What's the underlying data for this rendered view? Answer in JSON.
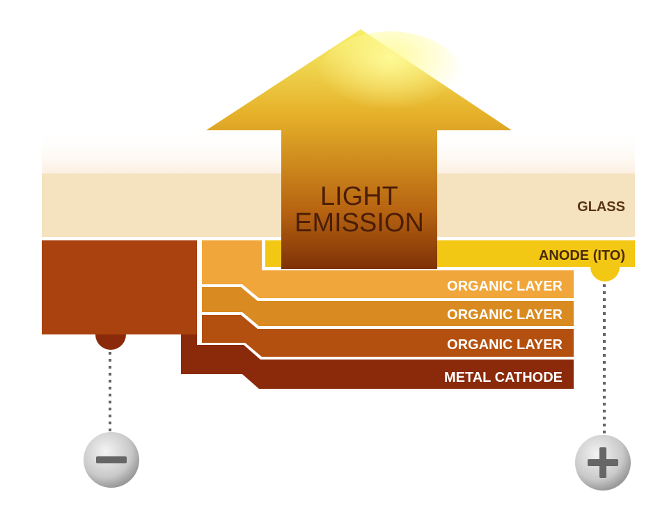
{
  "arrow": {
    "line1": "LIGHT",
    "line2": "EMISSION"
  },
  "layers": {
    "glass": "GLASS",
    "anode": "ANODE (ITO)",
    "organic1": "ORGANIC LAYER",
    "organic2": "ORGANIC LAYER",
    "organic3": "ORGANIC LAYER",
    "cathode": "METAL CATHODE"
  },
  "terminals": {
    "negative": "−",
    "positive": "+"
  },
  "colors": {
    "glass": "#f5e2bf",
    "anode": "#f3c814",
    "organic1": "#f0a63a",
    "organic2": "#d98b22",
    "organic3": "#b4500f",
    "cathode": "#8a2a0a",
    "block": "#a9420f",
    "arrow_top": "#f6e85a",
    "arrow_bottom": "#8a3a08"
  }
}
